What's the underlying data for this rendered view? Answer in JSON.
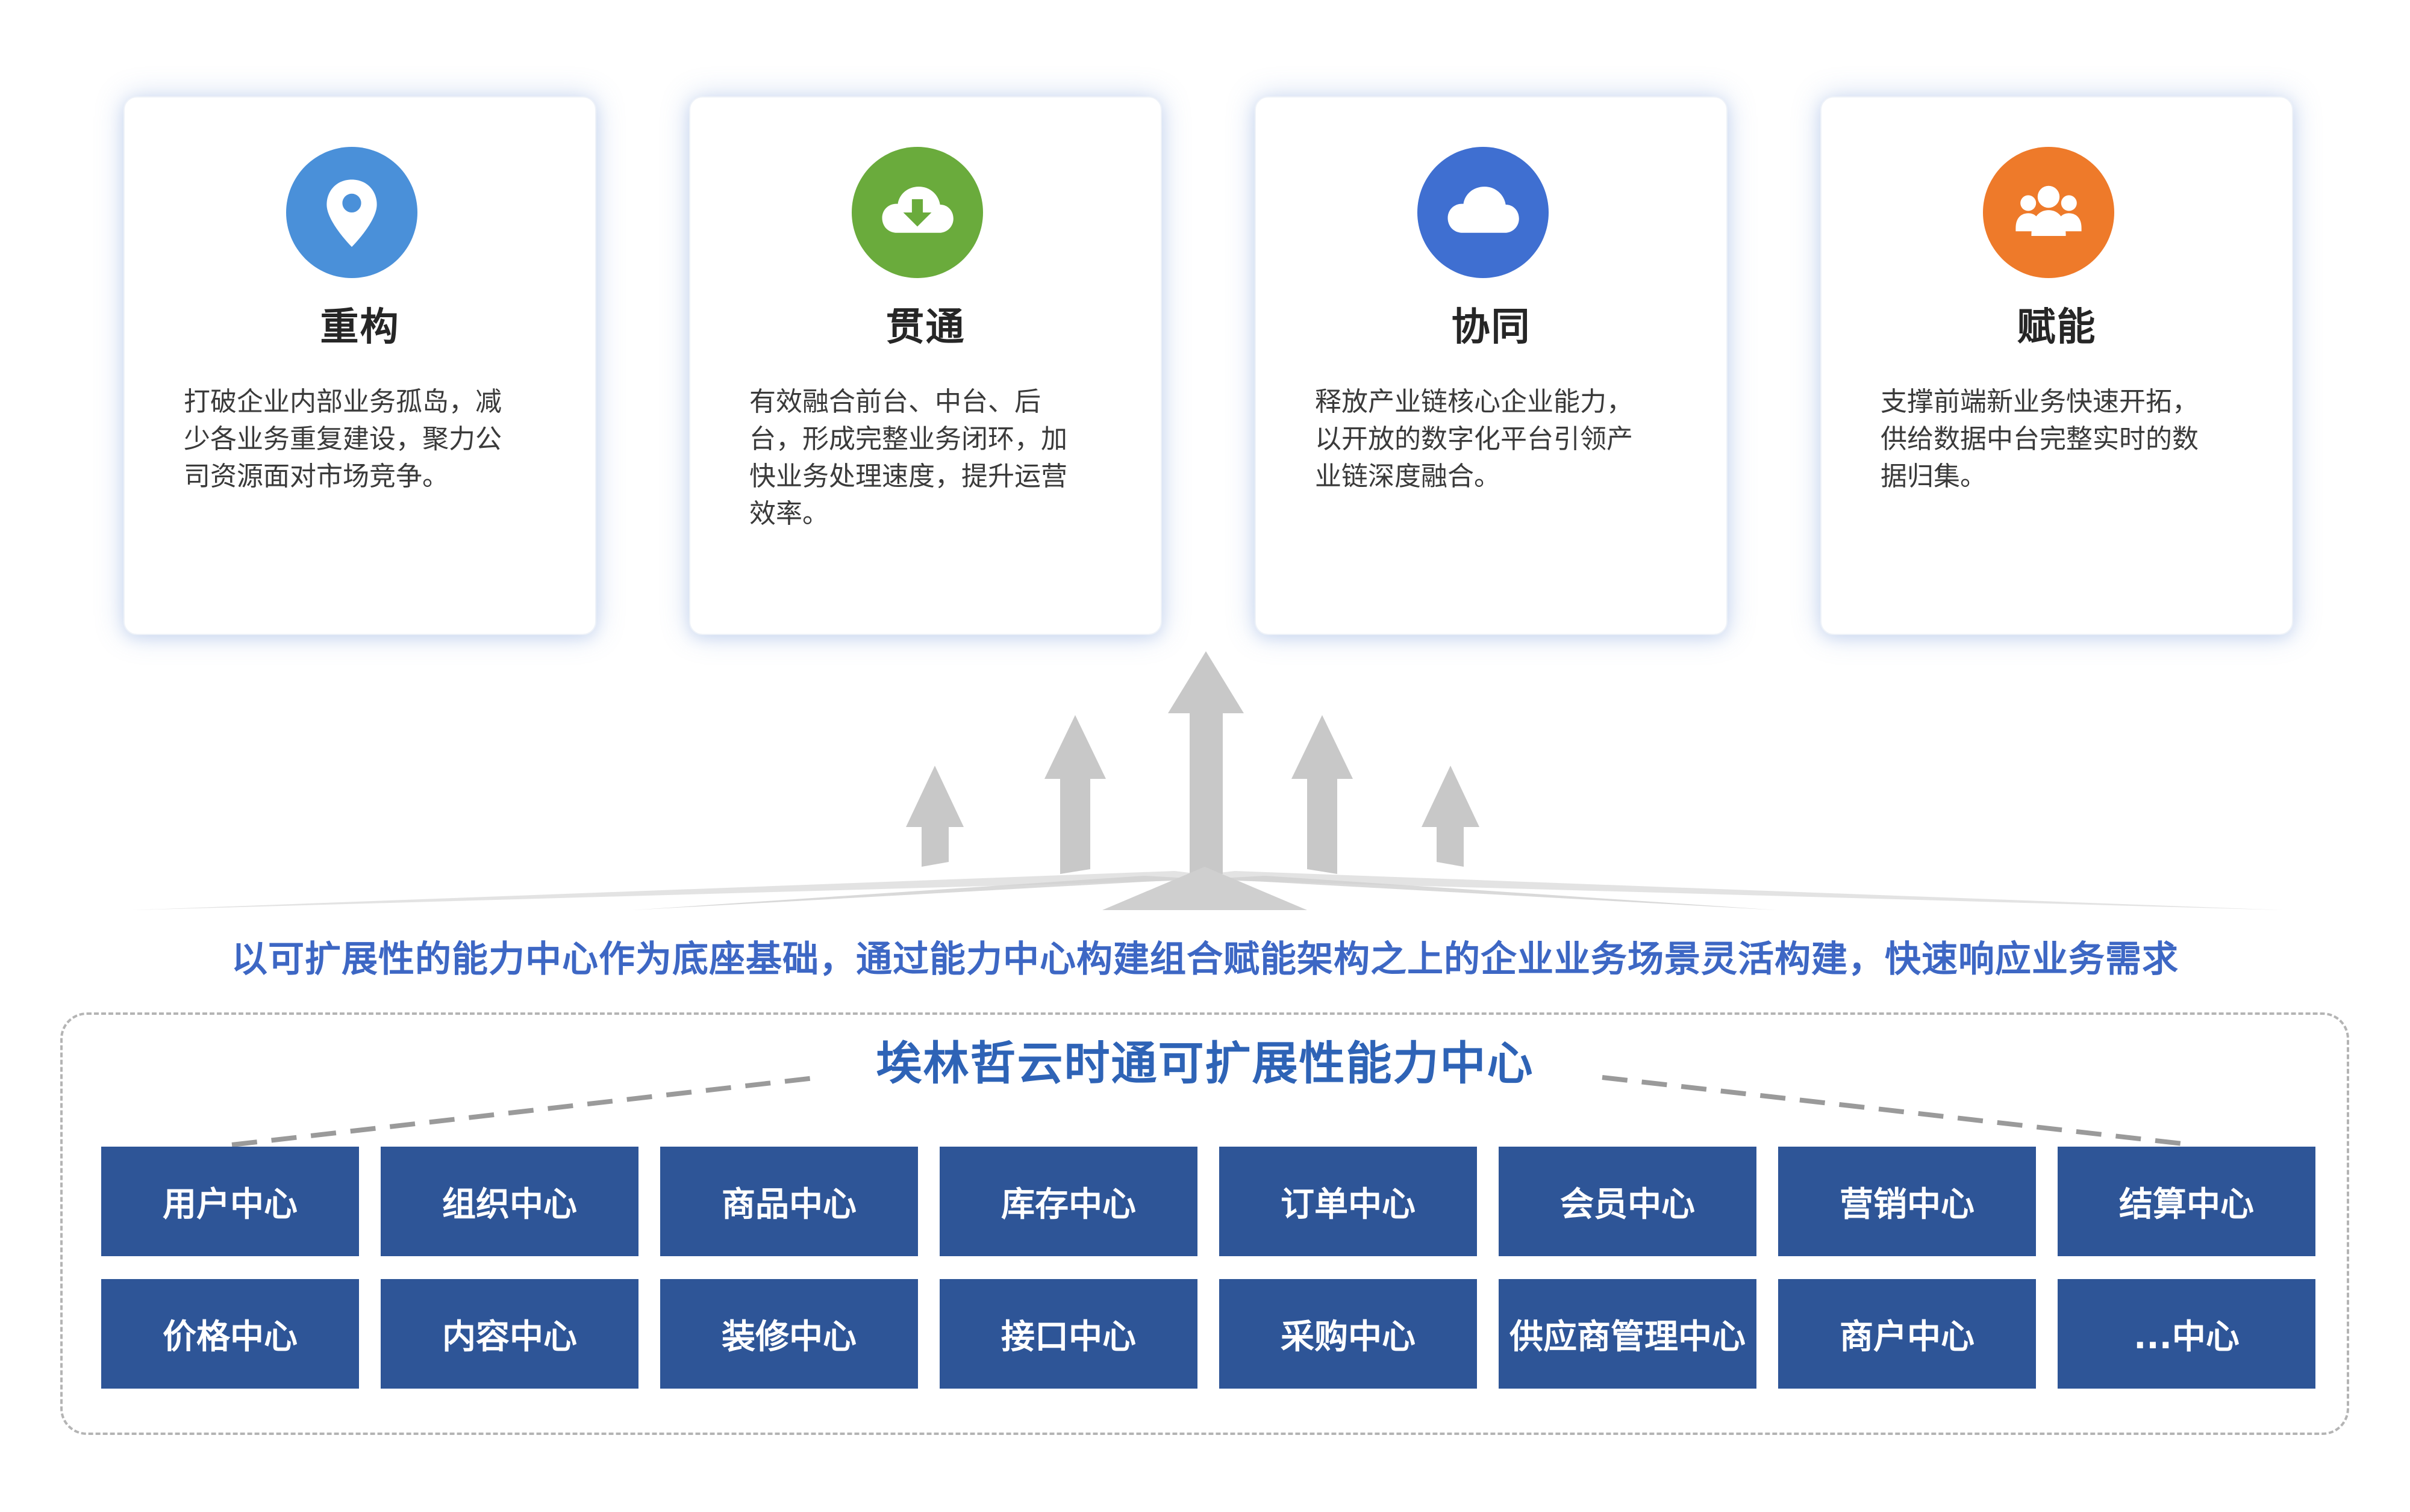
{
  "cards": [
    {
      "title": "重构",
      "icon": "map-pin-icon",
      "color": "#4a90d9",
      "lines": [
        "打破企业内部业务孤岛，减",
        "少各业务重复建设，聚力公",
        "司资源面对市场竞争。"
      ]
    },
    {
      "title": "贯通",
      "icon": "cloud-download-icon",
      "color": "#6aab3c",
      "lines": [
        "有效融合前台、中台、后",
        "台，形成完整业务闭环，加",
        "快业务处理速度，提升运营",
        "效率。"
      ]
    },
    {
      "title": "协同",
      "icon": "cloud-icon",
      "color": "#3f6fd1",
      "lines": [
        "释放产业链核心企业能力，",
        "以开放的数字化平台引领产",
        "业链深度融合。"
      ]
    },
    {
      "title": "赋能",
      "icon": "users-icon",
      "color": "#ee7a2a",
      "lines": [
        "支撑前端新业务快速开拓，",
        "供给数据中台完整实时的数",
        "据归集。"
      ]
    }
  ],
  "tagline": "以可扩展性的能力中心作为底座基础，通过能力中心构建组合赋能架构之上的企业业务场景灵活构建，快速响应业务需求",
  "capability": {
    "title": "埃林哲云时通可扩展性能力中心",
    "centers": [
      "用户中心",
      "组织中心",
      "商品中心",
      "库存中心",
      "订单中心",
      "会员中心",
      "营销中心",
      "结算中心",
      "价格中心",
      "内容中心",
      "装修中心",
      "接口中心",
      "采购中心",
      "供应商管理中心",
      "商户中心",
      "...中心"
    ]
  },
  "colors": {
    "tagline": "#3d67c4",
    "capability_title": "#2e63b6",
    "center_box": "#2e5597",
    "arrow": "#c8c8c8"
  }
}
